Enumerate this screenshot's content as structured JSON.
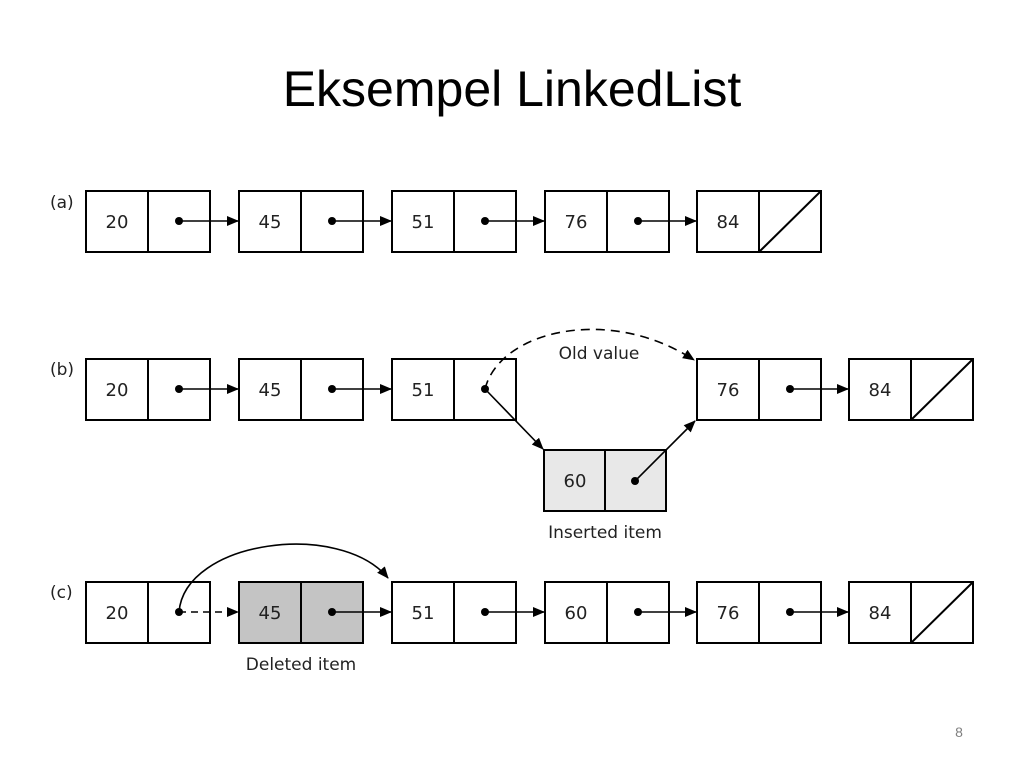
{
  "title": "Eksempel LinkedList",
  "page_number": "8",
  "rows": [
    {
      "label": "(a)",
      "nodes": [
        "20",
        "45",
        "51",
        "76",
        "84"
      ]
    },
    {
      "label": "(b)",
      "nodes": [
        "20",
        "45",
        "51",
        "76",
        "84"
      ],
      "inserted": "60",
      "inserted_caption": "Inserted item",
      "old_caption": "Old value"
    },
    {
      "label": "(c)",
      "nodes": [
        "20",
        "45",
        "51",
        "60",
        "76",
        "84"
      ],
      "deleted": "45",
      "deleted_caption": "Deleted item"
    }
  ],
  "colors": {
    "inserted_fill": "#e8e8e8",
    "deleted_fill": "#c4c4c4",
    "stroke": "#000000"
  }
}
